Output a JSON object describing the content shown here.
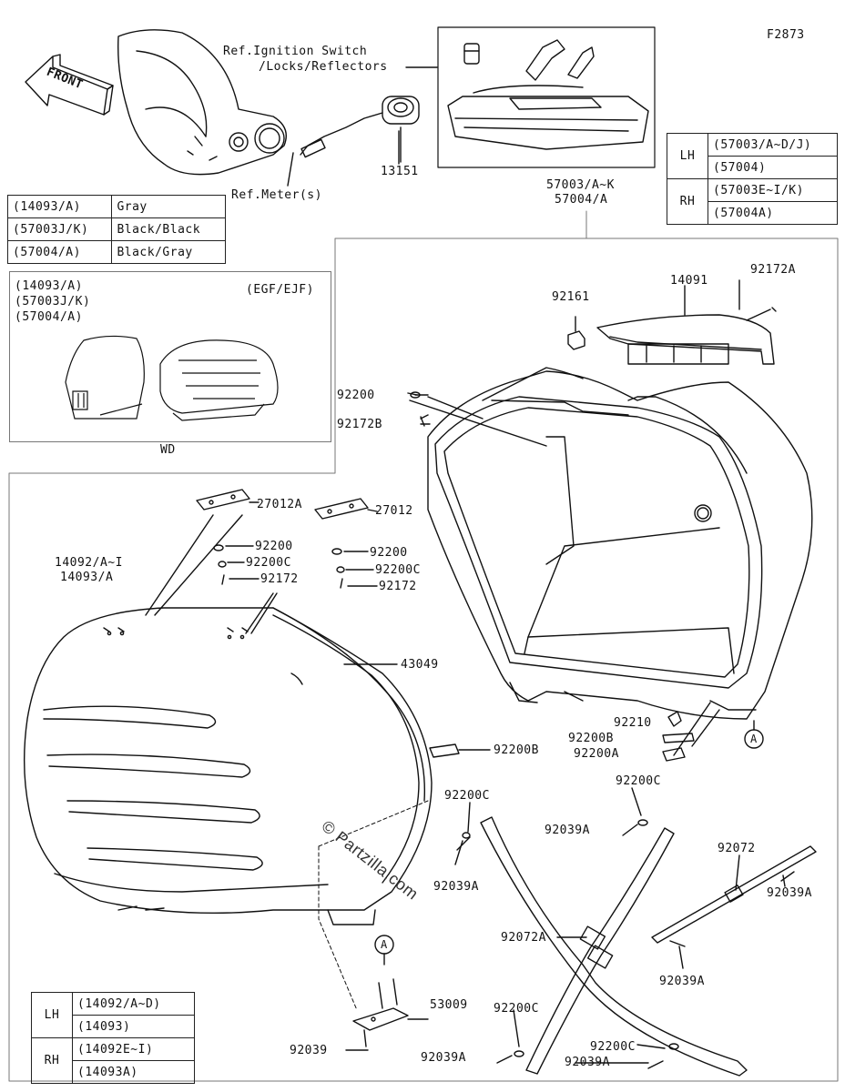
{
  "diagram_id": "F2873",
  "front_label": "FRONT",
  "ref_ignition": [
    "Ref.Ignition Switch",
    "/Locks/Reflectors"
  ],
  "ref_meter": "Ref.Meter(s)",
  "callout_a": "A",
  "watermark": "© Partzilla.com",
  "color_table": [
    {
      "part": "(14093/A)",
      "color": "Gray"
    },
    {
      "part": "(57003J/K)",
      "color": "Black/Black"
    },
    {
      "part": "(57004/A)",
      "color": "Black/Gray"
    }
  ],
  "variant_box": {
    "parts": [
      "(14093/A)",
      "(57003J/K)",
      "(57004/A)"
    ],
    "market": "(EGF/EJF)",
    "caption": "WD"
  },
  "upper_table": {
    "lh_label": "LH",
    "rh_label": "RH",
    "lh": [
      "(57003/A~D/J)",
      "(57004)"
    ],
    "rh": [
      "(57003E~I/K)",
      "(57004A)"
    ]
  },
  "lower_table": {
    "lh_label": "LH",
    "rh_label": "RH",
    "lh": [
      "(14092/A~D)",
      "(14093)"
    ],
    "rh": [
      "(14092E~I)",
      "(14093A)"
    ]
  },
  "parts": {
    "p13151": "13151",
    "p57003_top": "57003/A~K",
    "p57004_top": "57004/A",
    "p14091": "14091",
    "p92172A": "92172A",
    "p92161": "92161",
    "p92200_l": "92200",
    "p92172B": "92172B",
    "p27012A": "27012A",
    "p27012": "27012",
    "p92200_a": "92200",
    "p92200C_a": "92200C",
    "p92172_a": "92172",
    "p92200_b": "92200",
    "p92200C_b": "92200C",
    "p92172_b": "92172",
    "p14092": "14092/A~I",
    "p14093": "14093/A",
    "p43049": "43049",
    "p92210": "92210",
    "p92200B_r": "92200B",
    "p92200A_r": "92200A",
    "p92200B_l": "92200B",
    "p92200C_c1": "92200C",
    "p92039A_c1": "92039A",
    "p92200C_r1": "92200C",
    "p92039A_r1": "92039A",
    "p92072": "92072",
    "p92039A_r2": "92039A",
    "p92072A": "92072A",
    "p92039A_r3": "92039A",
    "p53009": "53009",
    "p92039": "92039",
    "p92200C_c2": "92200C",
    "p92039A_c2": "92039A",
    "p92200C_r2": "92200C",
    "p92039A_r4": "92039A"
  }
}
